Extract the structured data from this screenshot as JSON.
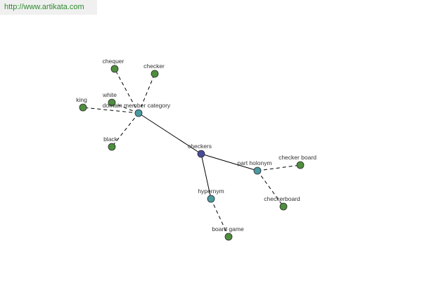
{
  "watermark": {
    "text": "http://www.artikata.com",
    "color": "#2e8b2e"
  },
  "colors": {
    "center": "#4a4a9c",
    "relation": "#4a9aa0",
    "leaf": "#4e8e3e"
  },
  "graph": {
    "nodes": [
      {
        "id": "checkers",
        "label": "checkers",
        "kind": "center"
      },
      {
        "id": "domain-member-category",
        "label": "domain member category",
        "kind": "relation"
      },
      {
        "id": "part-holonym",
        "label": "part holonym",
        "kind": "relation"
      },
      {
        "id": "hypernym",
        "label": "hypernym",
        "kind": "relation"
      },
      {
        "id": "chequer",
        "label": "chequer",
        "kind": "leaf"
      },
      {
        "id": "checker",
        "label": "checker",
        "kind": "leaf"
      },
      {
        "id": "white",
        "label": "white",
        "kind": "leaf"
      },
      {
        "id": "king",
        "label": "king",
        "kind": "leaf"
      },
      {
        "id": "black",
        "label": "black",
        "kind": "leaf"
      },
      {
        "id": "checker-board",
        "label": "checker board",
        "kind": "leaf"
      },
      {
        "id": "checkerboard",
        "label": "checkerboard",
        "kind": "leaf"
      },
      {
        "id": "board-game",
        "label": "board game",
        "kind": "leaf"
      }
    ],
    "edges": [
      {
        "from": "checkers",
        "to": "domain-member-category",
        "style": "solid"
      },
      {
        "from": "checkers",
        "to": "part-holonym",
        "style": "solid"
      },
      {
        "from": "checkers",
        "to": "hypernym",
        "style": "solid"
      },
      {
        "from": "domain-member-category",
        "to": "chequer",
        "style": "dashed"
      },
      {
        "from": "domain-member-category",
        "to": "checker",
        "style": "dashed"
      },
      {
        "from": "domain-member-category",
        "to": "white",
        "style": "dashed"
      },
      {
        "from": "domain-member-category",
        "to": "king",
        "style": "dashed"
      },
      {
        "from": "domain-member-category",
        "to": "black",
        "style": "dashed"
      },
      {
        "from": "part-holonym",
        "to": "checker-board",
        "style": "dashed"
      },
      {
        "from": "part-holonym",
        "to": "checkerboard",
        "style": "dashed"
      },
      {
        "from": "hypernym",
        "to": "board-game",
        "style": "dashed"
      }
    ]
  }
}
